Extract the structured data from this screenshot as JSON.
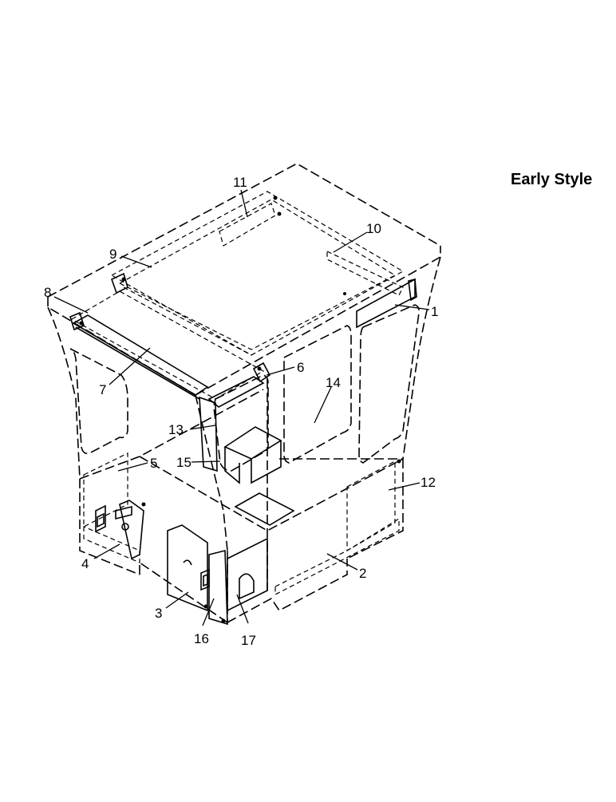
{
  "title": "Early Style",
  "callouts": {
    "c1": "1",
    "c2": "2",
    "c3": "3",
    "c4": "4",
    "c5": "5",
    "c6": "6",
    "c7": "7",
    "c8": "8",
    "c9": "9",
    "c10": "10",
    "c11": "11",
    "c12": "12",
    "c13": "13",
    "c14": "14",
    "c15": "15",
    "c16": "16",
    "c17": "17"
  }
}
